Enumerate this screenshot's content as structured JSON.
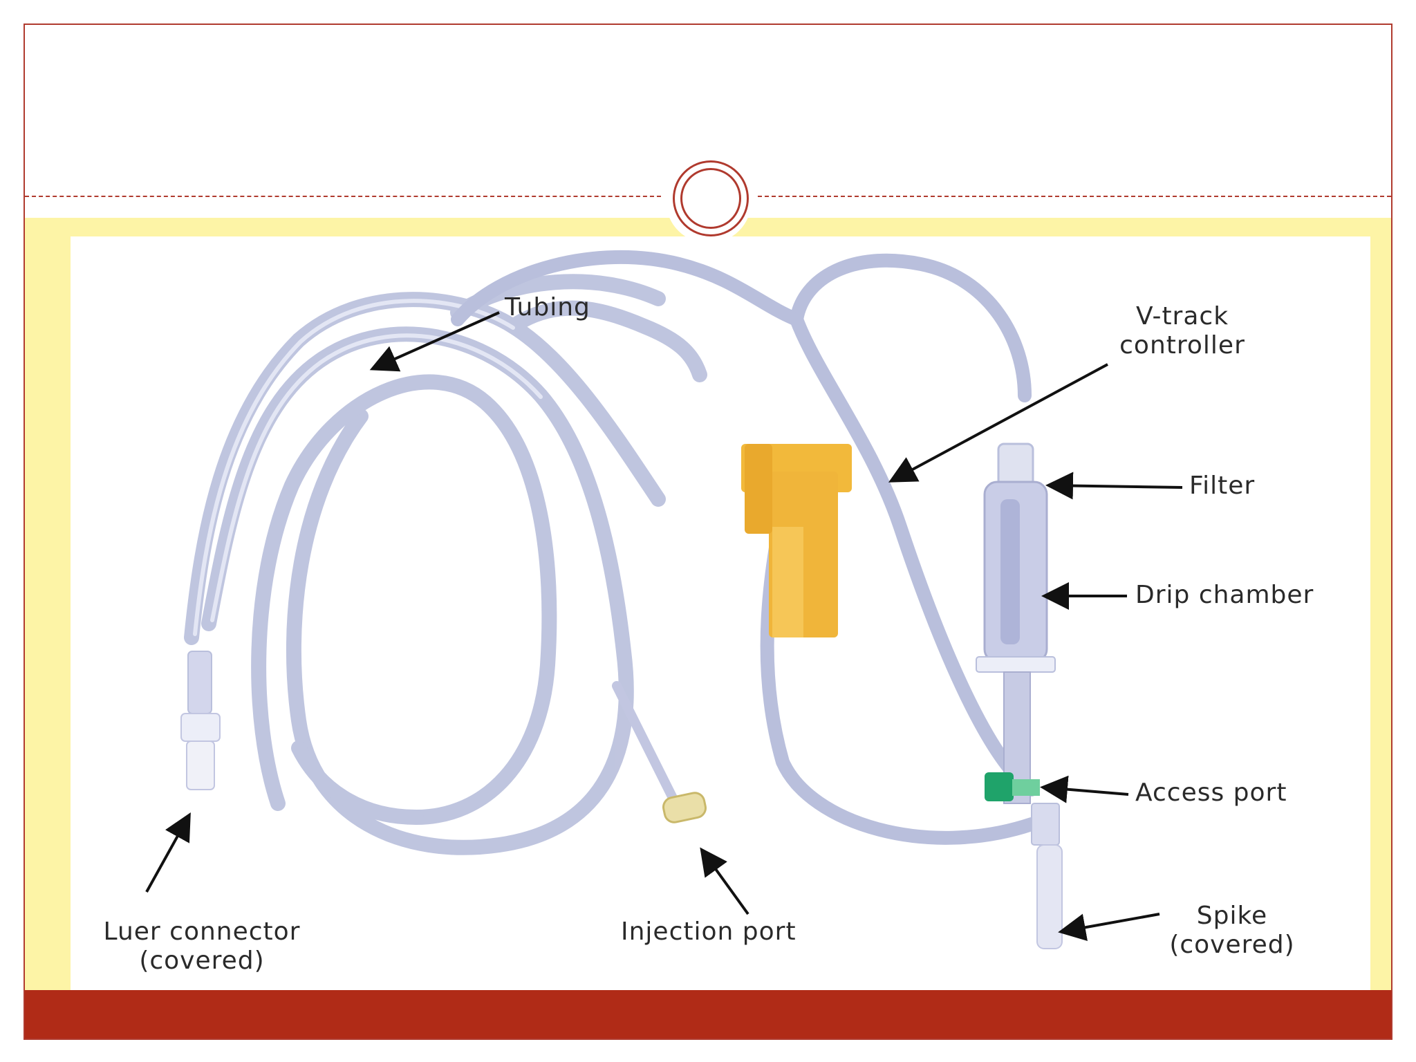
{
  "diagram": {
    "labels": {
      "tubing": "Tubing",
      "v_track_line1": "V-track",
      "v_track_line2": "controller",
      "filter": "Filter",
      "drip_chamber": "Drip chamber",
      "access_port": "Access port",
      "spike_line1": "Spike",
      "spike_line2": "(covered)",
      "injection_port": "Injection port",
      "luer_line1": "Luer connector",
      "luer_line2": "(covered)"
    }
  },
  "colors": {
    "accent": "#b03a2e",
    "footer": "#b02b17",
    "cream": "#fdf4a6",
    "tubing": "#b9bfdc",
    "controller": "#f2b93b",
    "access_port": "#1fa36a"
  }
}
